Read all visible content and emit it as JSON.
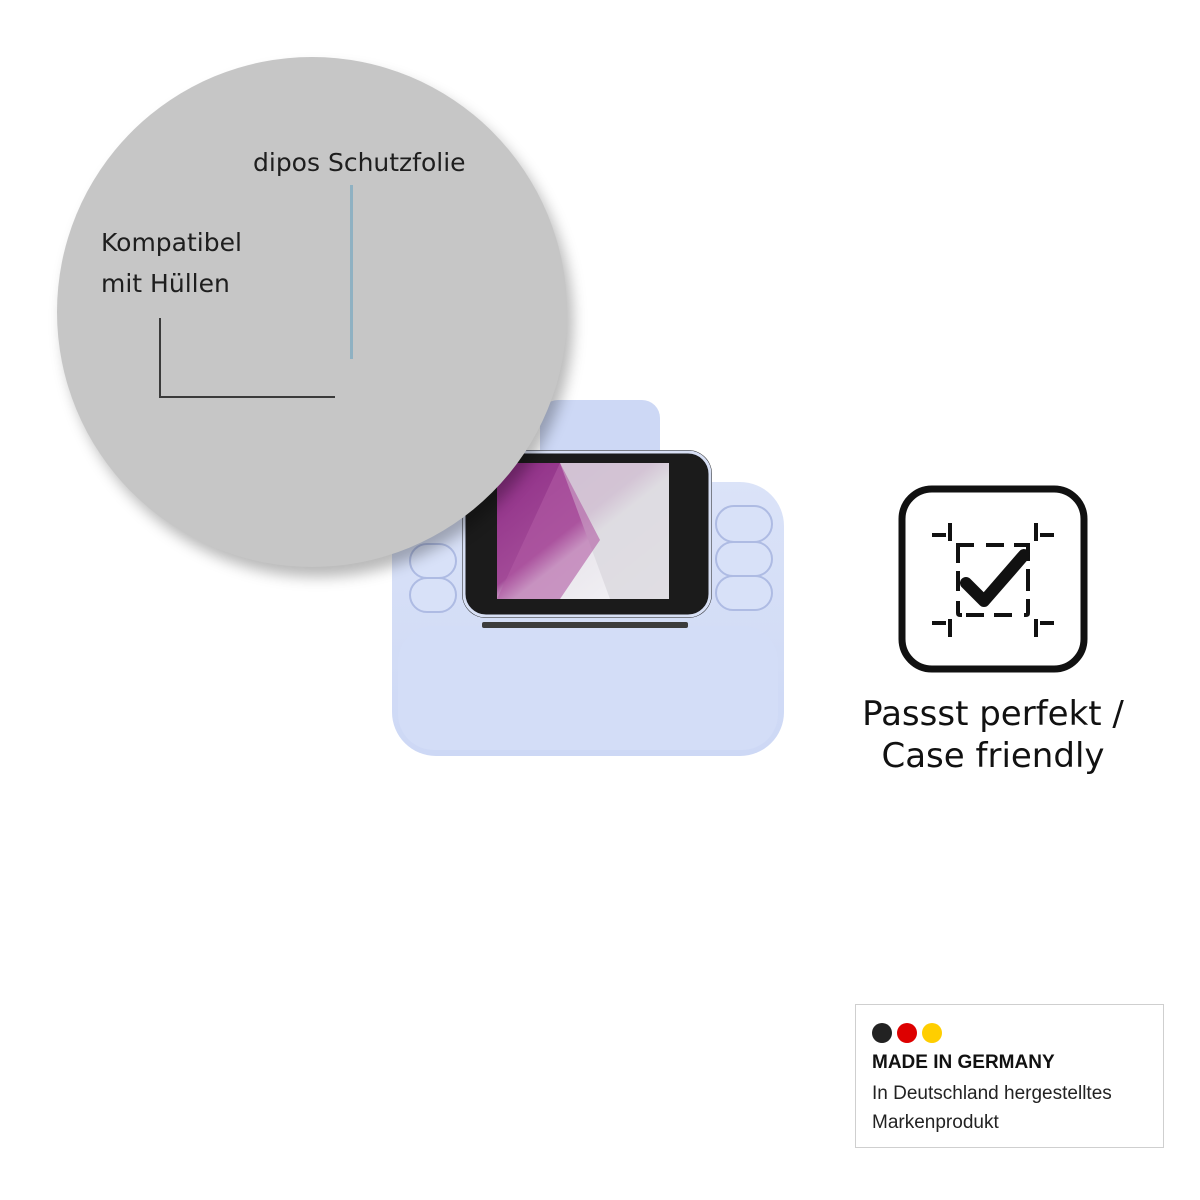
{
  "callouts": {
    "film_label": "dipos Schutzfolie",
    "case_label_line1": "Kompatibel",
    "case_label_line2": "mit Hüllen"
  },
  "badge": {
    "icon": "fit-check-icon",
    "caption_line1": "Passst perfekt /",
    "caption_line2": "Case friendly"
  },
  "origin": {
    "title": "MADE IN GERMANY",
    "subtitle_line1": "In Deutschland hergestelltes",
    "subtitle_line2": "Markenprodukt",
    "flag_colors": [
      "#222222",
      "#dd0000",
      "#ffce00"
    ]
  },
  "colors": {
    "camera_body": "#d2dcf7",
    "zoom_circle": "#c6c6c6",
    "film_line": "#8fb1c2"
  }
}
